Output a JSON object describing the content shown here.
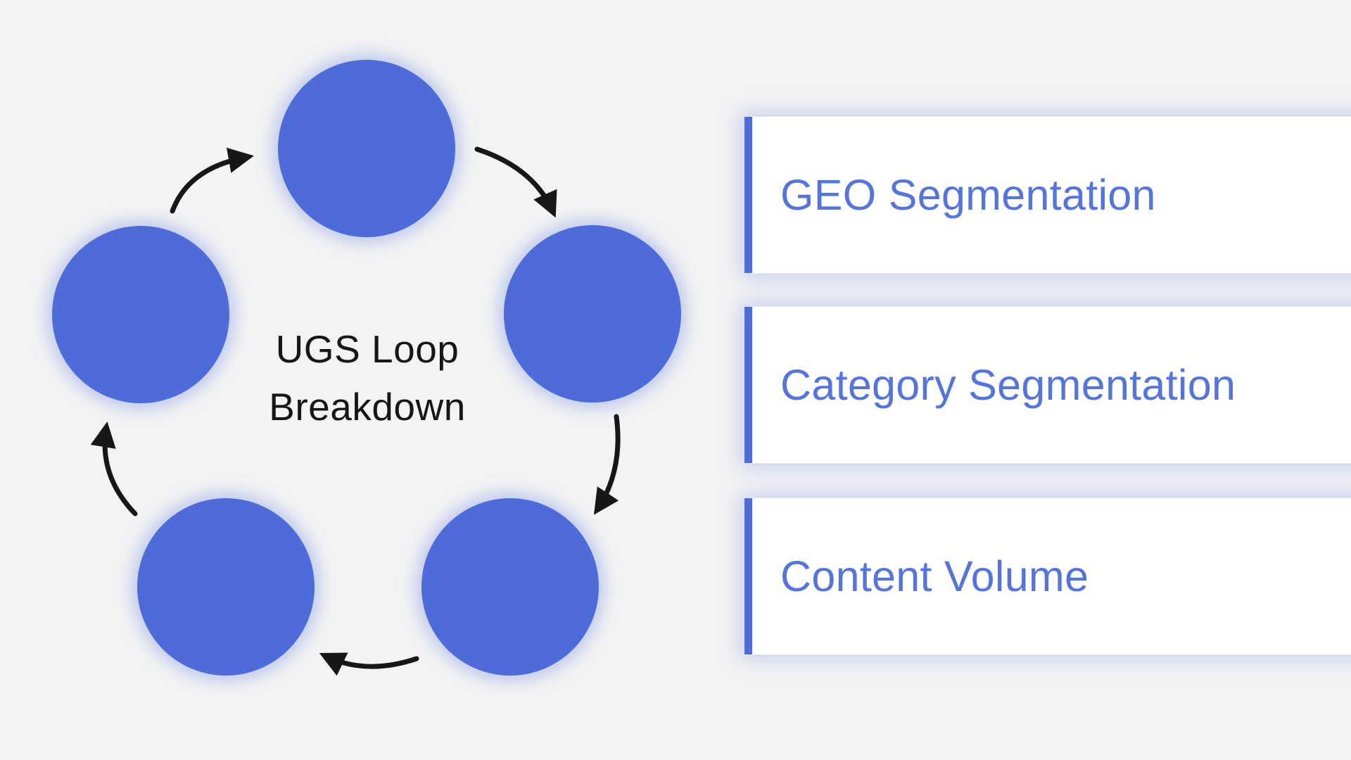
{
  "diagram": {
    "title_line1": "UGS Loop",
    "title_line2": "Breakdown",
    "node_count": 5,
    "direction": "clockwise"
  },
  "cards": [
    {
      "label": "GEO Segmentation"
    },
    {
      "label": "Category Segmentation"
    },
    {
      "label": "Content Volume"
    }
  ],
  "colors": {
    "background": "#f3f3f4",
    "node_blue": "#4d6cd9",
    "card_text_blue": "#5474e0",
    "accent_bar_blue": "#4d6cd9",
    "arrow_black": "#17171a",
    "title_black": "#161619"
  }
}
